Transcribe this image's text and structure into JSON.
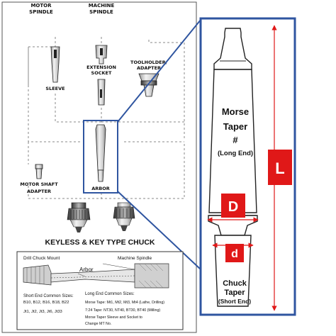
{
  "labels": {
    "motor_spindle_1": "MOTOR",
    "motor_spindle_2": "SPINDLE",
    "machine_spindle_1": "MACHINE",
    "machine_spindle_2": "SPINDLE",
    "sleeve": "SLEEVE",
    "extension_socket_1": "EXTENSION",
    "extension_socket_2": "SOCKET",
    "toolholder_1": "TOOLHOLDER/",
    "toolholder_2": "ADAPTER",
    "arbor": "ARBOR",
    "motor_shaft_1": "MOTOR SHAFT",
    "motor_shaft_2": "ADAPTER",
    "keyless_title": "KEYLESS & KEY TYPE CHUCK"
  },
  "detail": {
    "morse_1": "Morse",
    "morse_2": "Taper",
    "morse_3": "#",
    "morse_4": "(Long End)",
    "chuck_1": "Chuck",
    "chuck_2": "Taper",
    "chuck_3": "(Short End)",
    "dim_L": "L",
    "dim_D": "D",
    "dim_d": "d"
  },
  "bottom": {
    "drill_chuck_mount": "Drill Chuck Mount",
    "machine_spindle": "Machine Spindle",
    "arbor": "Arbor",
    "short_title": "Short End Common Sizes:",
    "short_1": "B10, B12, B16, B18, B22",
    "short_2": "Jt1, Jt2, Jt3, Jt6, Jt33",
    "long_title": "Long End Common Sizes:",
    "long_1": "Morse Tape: Mt1, Mt2, Mt3, Mt4  (Lathe, Drilling)",
    "long_2": "7:24 Tape: NT30, NT40, BT30, BT40  (Milling)",
    "long_3": "Morse Taper Sleeve and Socket to",
    "long_4": "Change MT No."
  },
  "colors": {
    "accent_blue": "#2f55a0",
    "dimension_red": "#e01818",
    "outline": "#222222",
    "dashed": "#888888"
  }
}
